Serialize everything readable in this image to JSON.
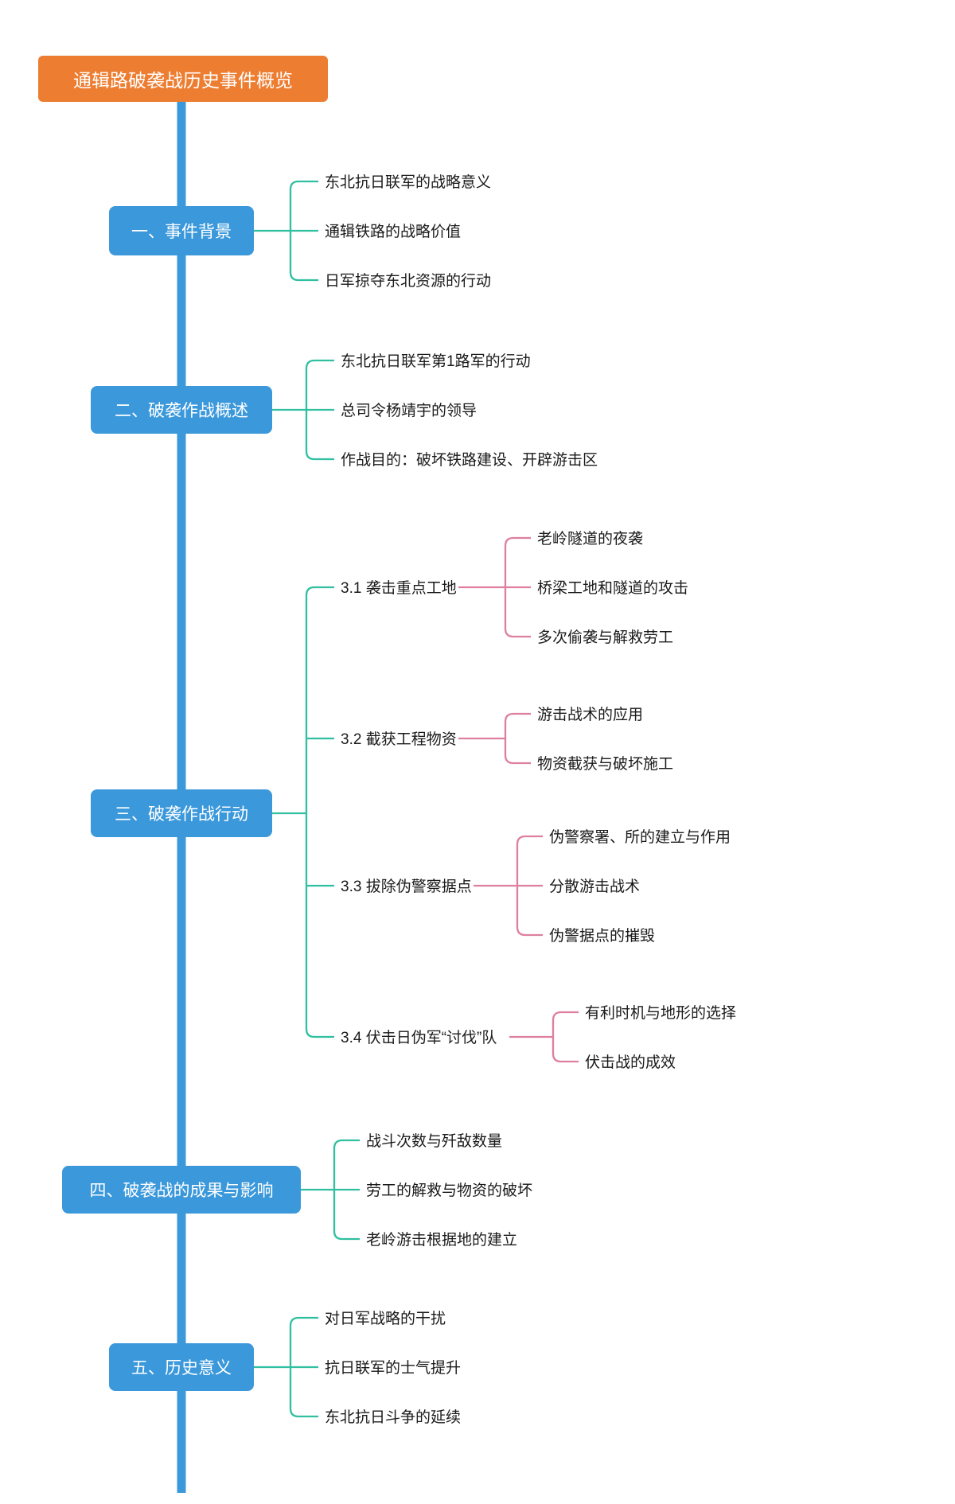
{
  "root": {
    "label": "通辑路破袭战历史事件概览"
  },
  "colors": {
    "root_bg": "#ED7D31",
    "branch_bg": "#3B98DB",
    "spine": "#3B98DB",
    "level2_line": "#30BFA0",
    "level3_line": "#DE7F9E",
    "text": "#1a1a1a"
  },
  "sections": [
    {
      "label": "一、事件背景",
      "children": [
        "东北抗日联军的战略意义",
        "通辑铁路的战略价值",
        "日军掠夺东北资源的行动"
      ]
    },
    {
      "label": "二、破袭作战概述",
      "children": [
        "东北抗日联军第1路军的行动",
        "总司令杨靖宇的领导",
        "作战目的：破坏铁路建设、开辟游击区"
      ]
    },
    {
      "label": "三、破袭作战行动",
      "subsections": [
        {
          "label": "3.1 袭击重点工地",
          "children": [
            "老岭隧道的夜袭",
            "桥梁工地和隧道的攻击",
            "多次偷袭与解救劳工"
          ]
        },
        {
          "label": "3.2 截获工程物资",
          "children": [
            "游击战术的应用",
            "物资截获与破坏施工"
          ]
        },
        {
          "label": "3.3 拔除伪警察据点",
          "children": [
            "伪警察署、所的建立与作用",
            "分散游击战术",
            "伪警据点的摧毁"
          ]
        },
        {
          "label": "3.4 伏击日伪军“讨伐”队",
          "children": [
            "有利时机与地形的选择",
            "伏击战的成效"
          ]
        }
      ]
    },
    {
      "label": "四、破袭战的成果与影响",
      "children": [
        "战斗次数与歼敌数量",
        "劳工的解救与物资的破坏",
        "老岭游击根据地的建立"
      ]
    },
    {
      "label": "五、历史意义",
      "children": [
        "对日军战略的干扰",
        "抗日联军的士气提升",
        "东北抗日斗争的延续"
      ]
    }
  ]
}
